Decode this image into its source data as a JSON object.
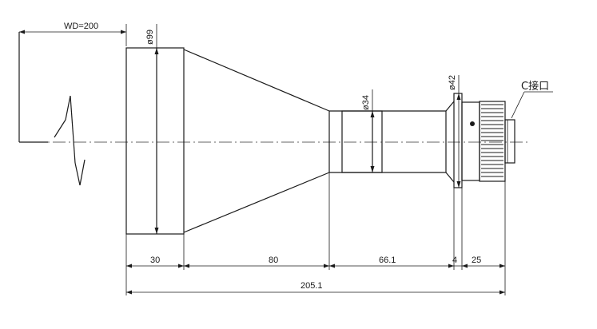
{
  "labels": {
    "working_distance": "WD=200",
    "front_diameter": "ø99",
    "mid_diameter": "ø34",
    "rear_diameter": "ø42",
    "mount": "C接口"
  },
  "dimensions": {
    "front_section": "30",
    "taper_section": "80",
    "barrel_section": "66.1",
    "flange_section": "4",
    "mount_section": "25",
    "total_length": "205.1"
  },
  "colors": {
    "line": "#1a1a1a",
    "background": "#ffffff"
  }
}
